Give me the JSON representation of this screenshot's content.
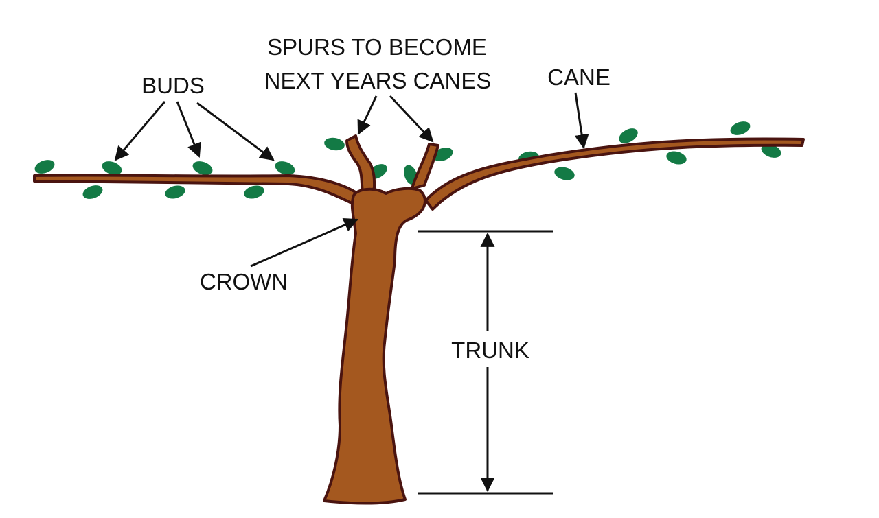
{
  "title": "Grapevine anatomy",
  "labels": {
    "buds": "BUDS",
    "spurs_line1": "SPURS TO BECOME",
    "spurs_line2": "NEXT YEARS CANES",
    "cane": "CANE",
    "crown": "CROWN",
    "trunk": "TRUNK"
  },
  "colors": {
    "wood": "#a4581f",
    "outline": "#4a1410",
    "leaf": "#137a45",
    "ink": "#111111"
  }
}
